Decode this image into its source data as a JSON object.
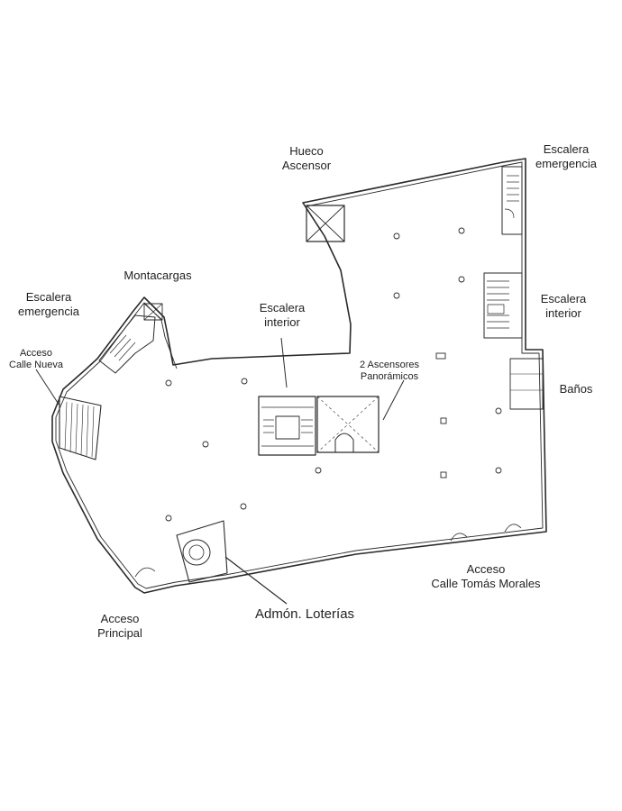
{
  "labels": {
    "hueco_ascensor": [
      "Hueco",
      "Ascensor"
    ],
    "escalera_emergencia_ne": [
      "Escalera",
      "emergencia"
    ],
    "montacargas": [
      "Montacargas"
    ],
    "escalera_emergencia_w": [
      "Escalera",
      "emergencia"
    ],
    "escalera_interior_center": [
      "Escalera",
      "interior"
    ],
    "escalera_interior_e": [
      "Escalera",
      "interior"
    ],
    "acceso_calle_nueva": [
      "Acceso",
      "Calle Nueva"
    ],
    "ascensores_panoramicos": [
      "2 Ascensores",
      "Panorámicos"
    ],
    "banos": [
      "Baños"
    ],
    "acceso_tomas_morales": [
      "Acceso",
      "Calle Tomás Morales"
    ],
    "admon_loterias": [
      "Admón. Loterías"
    ],
    "acceso_principal": [
      "Acceso",
      "Principal"
    ]
  },
  "colors": {
    "line": "#2a2a2a",
    "text": "#222222",
    "background": "#ffffff"
  }
}
